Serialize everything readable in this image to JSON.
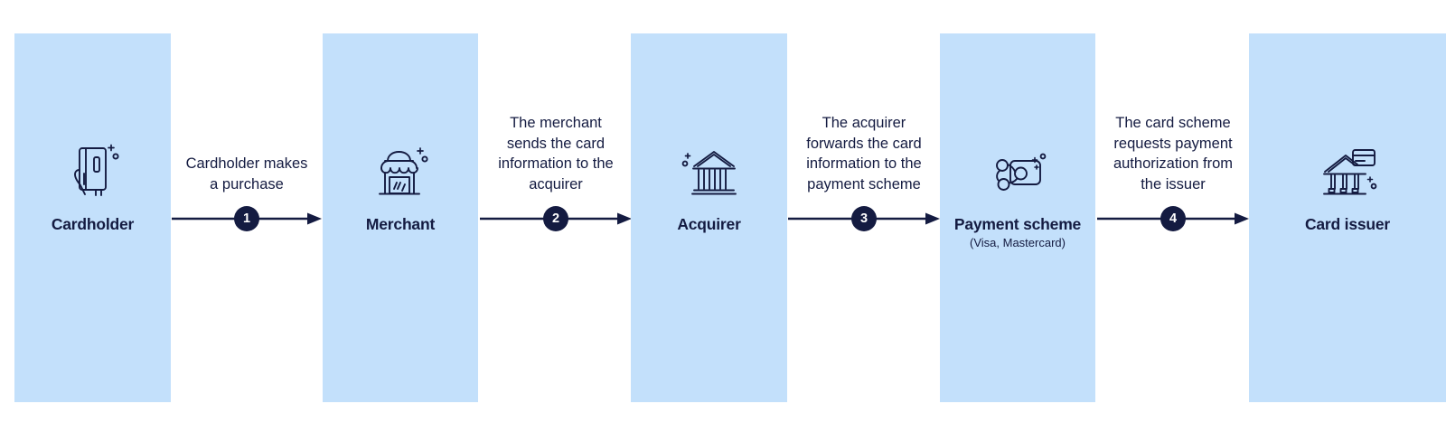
{
  "colors": {
    "panel_background": "#c3e0fb",
    "ink": "#141b41",
    "badge_background": "#141b41",
    "badge_text": "#ffffff",
    "page_background": "#ffffff"
  },
  "actors": [
    {
      "id": "cardholder",
      "label": "Cardholder",
      "sublabel": "",
      "icon": "hand-holding-card-icon"
    },
    {
      "id": "merchant",
      "label": "Merchant",
      "sublabel": "",
      "icon": "storefront-icon"
    },
    {
      "id": "acquirer",
      "label": "Acquirer",
      "sublabel": "",
      "icon": "bank-columns-icon"
    },
    {
      "id": "payment-scheme",
      "label": "Payment scheme",
      "sublabel": "(Visa, Mastercard)",
      "icon": "card-network-icon"
    },
    {
      "id": "card-issuer",
      "label": "Card issuer",
      "sublabel": "",
      "icon": "bank-with-card-icon"
    }
  ],
  "steps": [
    {
      "number": "1",
      "caption": "Cardholder makes\na purchase",
      "arrow": "arrow-right-icon"
    },
    {
      "number": "2",
      "caption": "The merchant\nsends the card\ninformation to the\nacquirer",
      "arrow": "arrow-right-icon"
    },
    {
      "number": "3",
      "caption": "The acquirer\nforwards the card\ninformation to the\npayment scheme",
      "arrow": "arrow-right-icon"
    },
    {
      "number": "4",
      "caption": "The card scheme\nrequests payment\nauthorization from\nthe issuer",
      "arrow": "arrow-right-icon"
    }
  ]
}
